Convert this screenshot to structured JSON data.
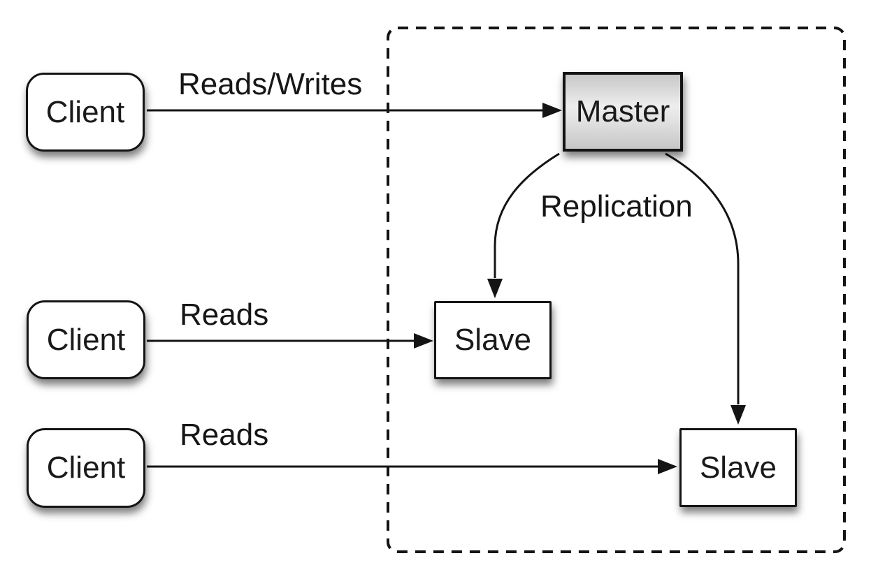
{
  "diagram": {
    "nodes": [
      {
        "id": "client-top",
        "label": "Client"
      },
      {
        "id": "client-middle",
        "label": "Client"
      },
      {
        "id": "client-bottom",
        "label": "Client"
      },
      {
        "id": "master",
        "label": "Master"
      },
      {
        "id": "slave-middle",
        "label": "Slave"
      },
      {
        "id": "slave-bottom",
        "label": "Slave"
      }
    ],
    "edges": [
      {
        "id": "client-top-to-master",
        "label": "Reads/Writes"
      },
      {
        "id": "client-middle-to-slave",
        "label": "Reads"
      },
      {
        "id": "client-bottom-to-slave",
        "label": "Reads"
      },
      {
        "id": "master-to-slaves",
        "label": "Replication"
      }
    ],
    "colors": {
      "background": "#ffffff",
      "stroke": "#141414",
      "node_fill": "#ffffff",
      "master_gradient_top": "#c7c7c7",
      "master_gradient_middle": "#ededed",
      "master_gradient_bottom": "#c6c6c6",
      "shadow": "rgba(0,0,0,0.5)"
    }
  }
}
